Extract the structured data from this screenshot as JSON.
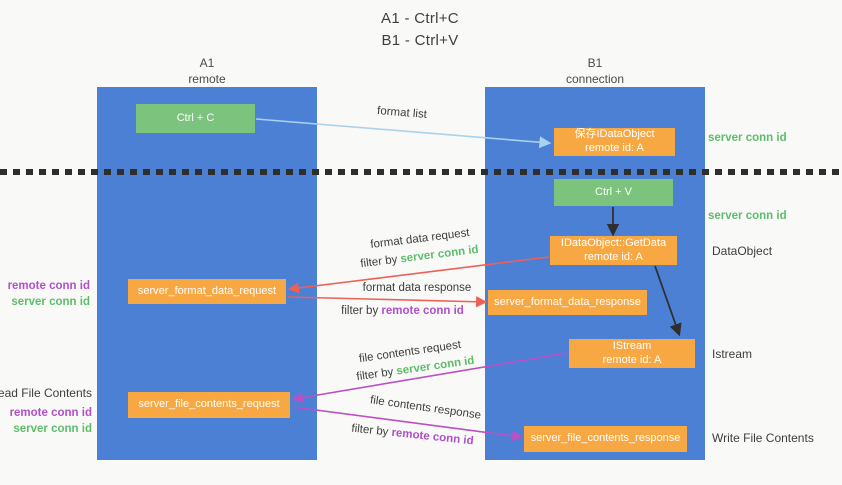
{
  "title": {
    "line1": "A1 - Ctrl+C",
    "line2": "B1 - Ctrl+V"
  },
  "columns": {
    "left": {
      "name": "A1",
      "subtitle": "remote"
    },
    "right": {
      "name": "B1",
      "subtitle": "connection"
    }
  },
  "nodes": {
    "ctrl_c": {
      "label": "Ctrl + C"
    },
    "ctrl_v": {
      "label": "Ctrl + V"
    },
    "save_dataobject": {
      "line1": "保存IDataObject",
      "line2": "remote id: A"
    },
    "getdata": {
      "line1": "IDataObject::GetData",
      "line2": "remote id: A"
    },
    "istream": {
      "line1": "IStream",
      "line2": "remote id: A"
    },
    "format_request": {
      "label": "server_format_data_request"
    },
    "format_response": {
      "label": "server_format_data_response"
    },
    "file_request": {
      "label": "server_file_contents_request"
    },
    "file_response": {
      "label": "server_file_contents_response"
    }
  },
  "annotations": {
    "server_conn_id_top": "server conn id",
    "server_conn_id_mid": "server conn id",
    "dataobject": "DataObject",
    "istream": "Istream",
    "write_file_contents": "Write File Contents",
    "read_file_contents": "Read File Contents",
    "left_block1": {
      "remote": "remote conn id",
      "server": "server conn id"
    },
    "left_block2": {
      "remote": "remote conn id",
      "server": "server conn id"
    }
  },
  "arrows": {
    "format_list": {
      "label": "format list"
    },
    "format_data_request": {
      "label": "format data request",
      "filter_prefix": "filter by ",
      "filter_value": "server conn id"
    },
    "format_data_response": {
      "label": "format data response",
      "filter_prefix": "filter by ",
      "filter_value": "remote conn id"
    },
    "file_contents_request": {
      "label": "file contents request",
      "filter_prefix": "filter by ",
      "filter_value": "server conn id"
    },
    "file_contents_response": {
      "label": "file contents response",
      "filter_prefix": "filter by ",
      "filter_value": "remote conn id"
    }
  },
  "colors": {
    "column_blue": "#4b80d5",
    "node_green": "#7cc47d",
    "node_orange": "#f8a843",
    "green_text": "#5dbd6b",
    "purple_text": "#b14fc9",
    "red_arrow": "#ed6056",
    "purple_arrow": "#bb4fc4",
    "lightblue_arrow": "#a8d2ee",
    "black_arrow": "#2f2f2f"
  }
}
